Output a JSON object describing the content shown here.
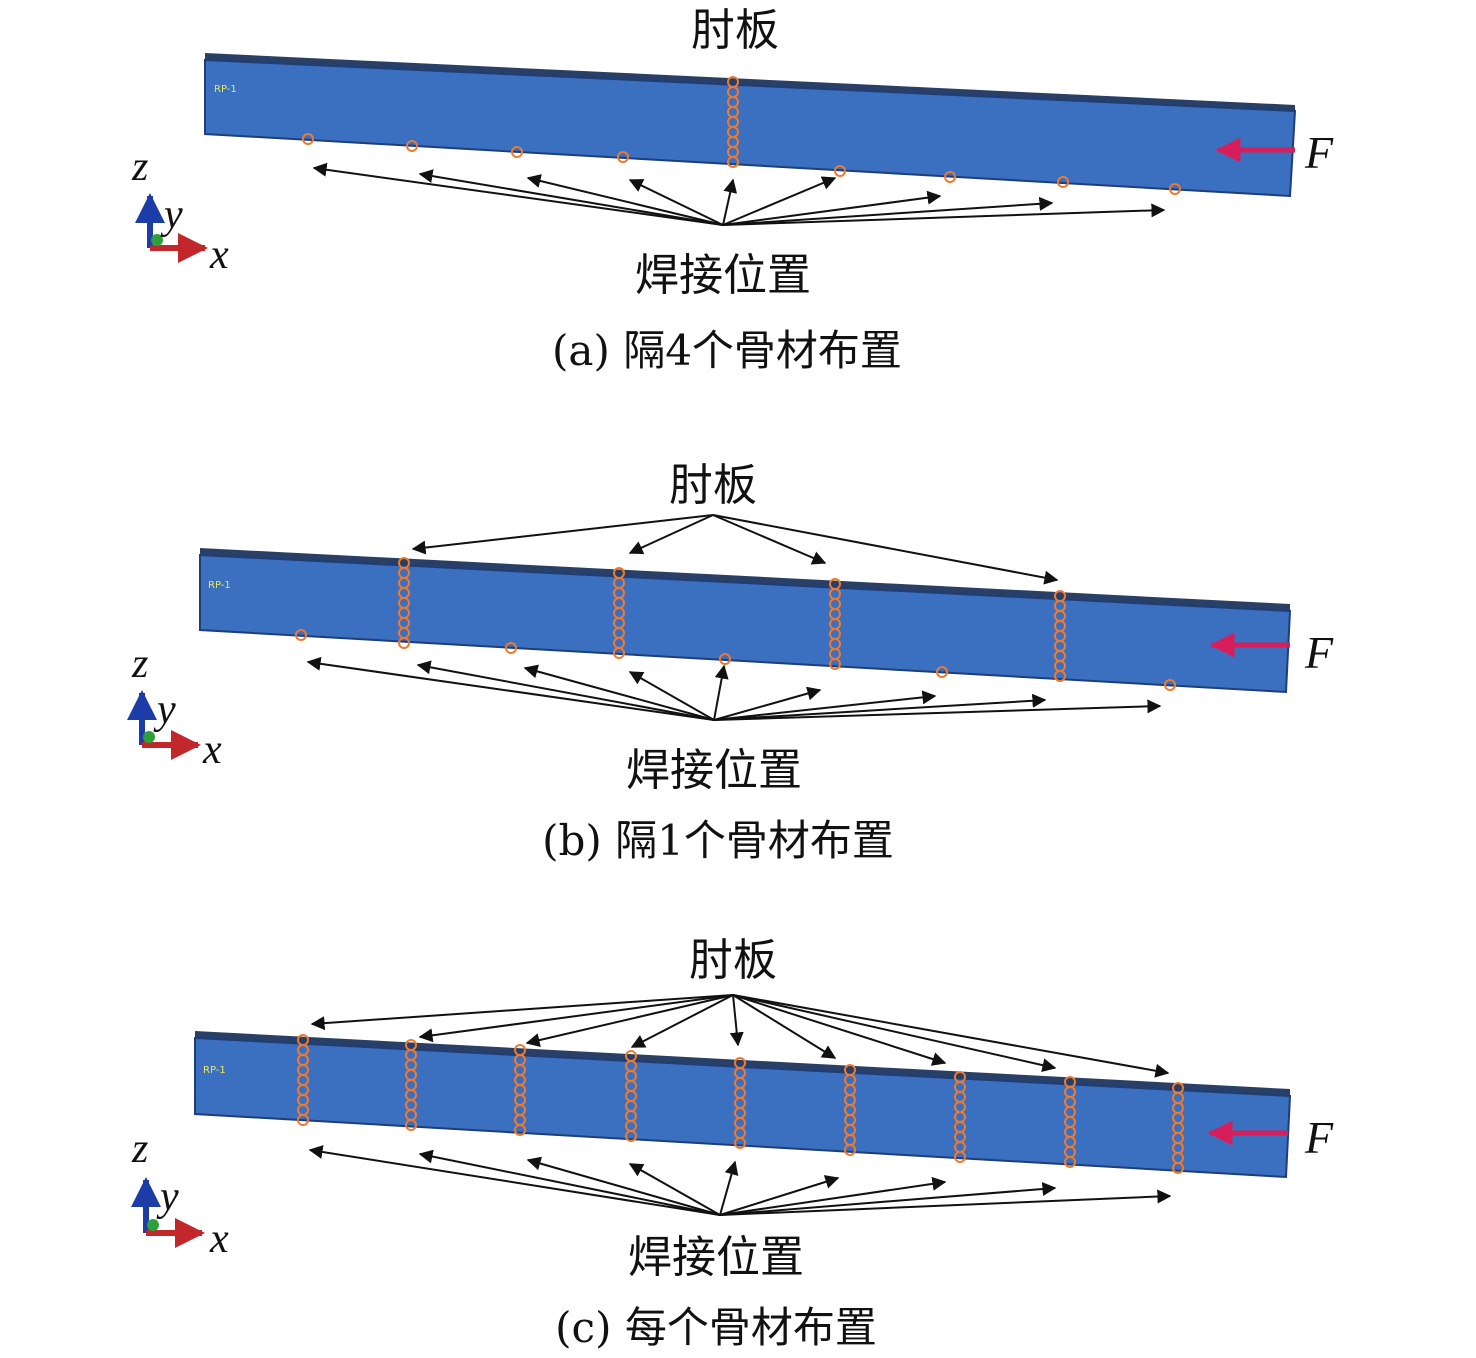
{
  "colors": {
    "beam": "#3b6fc0",
    "beam_edge": "#1f3e78",
    "flange": "#2a3f66",
    "weld": "#f07a2c",
    "arrow": "#111111",
    "force_arrow": "#d61f5a",
    "axis_z": "#1c3da8",
    "axis_x": "#c2282b",
    "axis_y": "#2ea03a",
    "rp_text": "#e8e85a"
  },
  "panels": [
    {
      "rib_label": "肘板",
      "weld_label": "焊接位置",
      "caption": "(a) 隔4个骨材布置",
      "force_label": "F",
      "axis_z": "z",
      "axis_y": "y",
      "axis_x": "x",
      "rp_label": "RP-1"
    },
    {
      "rib_label": "肘板",
      "weld_label": "焊接位置",
      "caption": "(b) 隔1个骨材布置",
      "force_label": "F",
      "axis_z": "z",
      "axis_y": "y",
      "axis_x": "x",
      "rp_label": "RP-1"
    },
    {
      "rib_label": "肘板",
      "weld_label": "焊接位置",
      "caption": "(c) 每个骨材布置",
      "force_label": "F",
      "axis_z": "z",
      "axis_y": "y",
      "axis_x": "x",
      "rp_label": "RP-1"
    }
  ]
}
